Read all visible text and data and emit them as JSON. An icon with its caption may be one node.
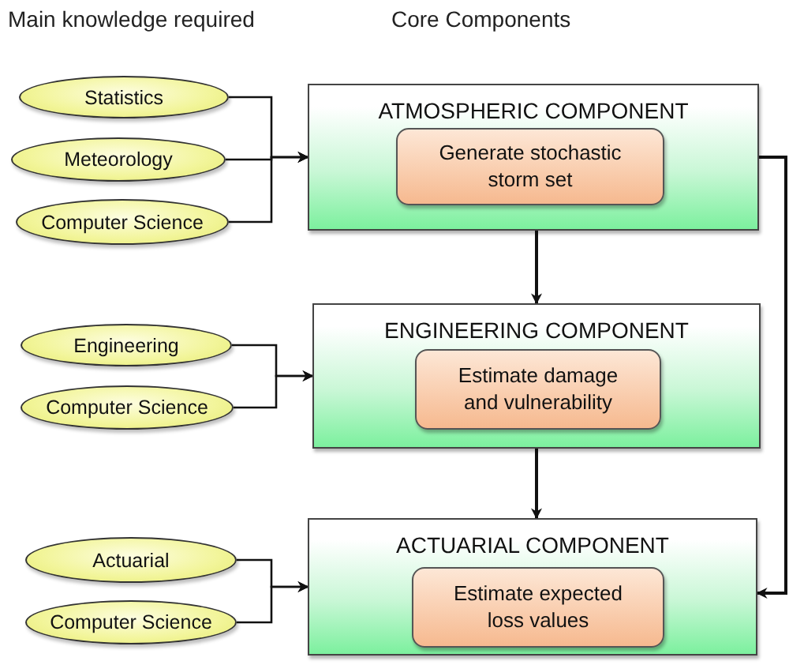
{
  "diagram": {
    "nodes": [
      {
        "text": [
          "Statistics"
        ]
      },
      {
        "text": [
          "Meteorology"
        ]
      },
      {
        "text": [
          "Computer Science"
        ]
      },
      {
        "text": [
          "ATMOSPHERIC COMPONENT"
        ]
      },
      {
        "text": [
          "Generate stochastic storm set"
        ],
        "in": 3
      },
      {
        "text": [
          "Engineering"
        ]
      },
      {
        "text": [
          "Computer Science"
        ]
      },
      {
        "text": [
          "ENGINEERING COMPONENT"
        ]
      },
      {
        "text": [
          "Estimate damage and vulnerability"
        ],
        "in": 7
      },
      {
        "text": [
          "Actuarial"
        ]
      },
      {
        "text": [
          "Computer Science"
        ]
      },
      {
        "text": [
          "ACTUARIAL  COMPONENT"
        ]
      },
      {
        "text": [
          "Estimate expected loss values"
        ],
        "in": 11
      }
    ],
    "edges": [
      {
        "from": 0,
        "to": 3,
        "arrow": "to"
      },
      {
        "from": 1,
        "to": 3,
        "arrow": "to"
      },
      {
        "from": 2,
        "to": 3,
        "arrow": "to"
      },
      {
        "from": 3,
        "to": 7,
        "arrow": "to"
      },
      {
        "from": 5,
        "to": 7,
        "arrow": "to"
      },
      {
        "from": 6,
        "to": 7,
        "arrow": "to"
      },
      {
        "from": 7,
        "to": 11,
        "arrow": "to"
      },
      {
        "from": 3,
        "to": 11,
        "arrow": "to"
      },
      {
        "from": 9,
        "to": 11,
        "arrow": "to"
      },
      {
        "from": 10,
        "to": 11,
        "arrow": "to"
      }
    ],
    "labels": [
      "Main knowledge required",
      "Core Components"
    ]
  }
}
